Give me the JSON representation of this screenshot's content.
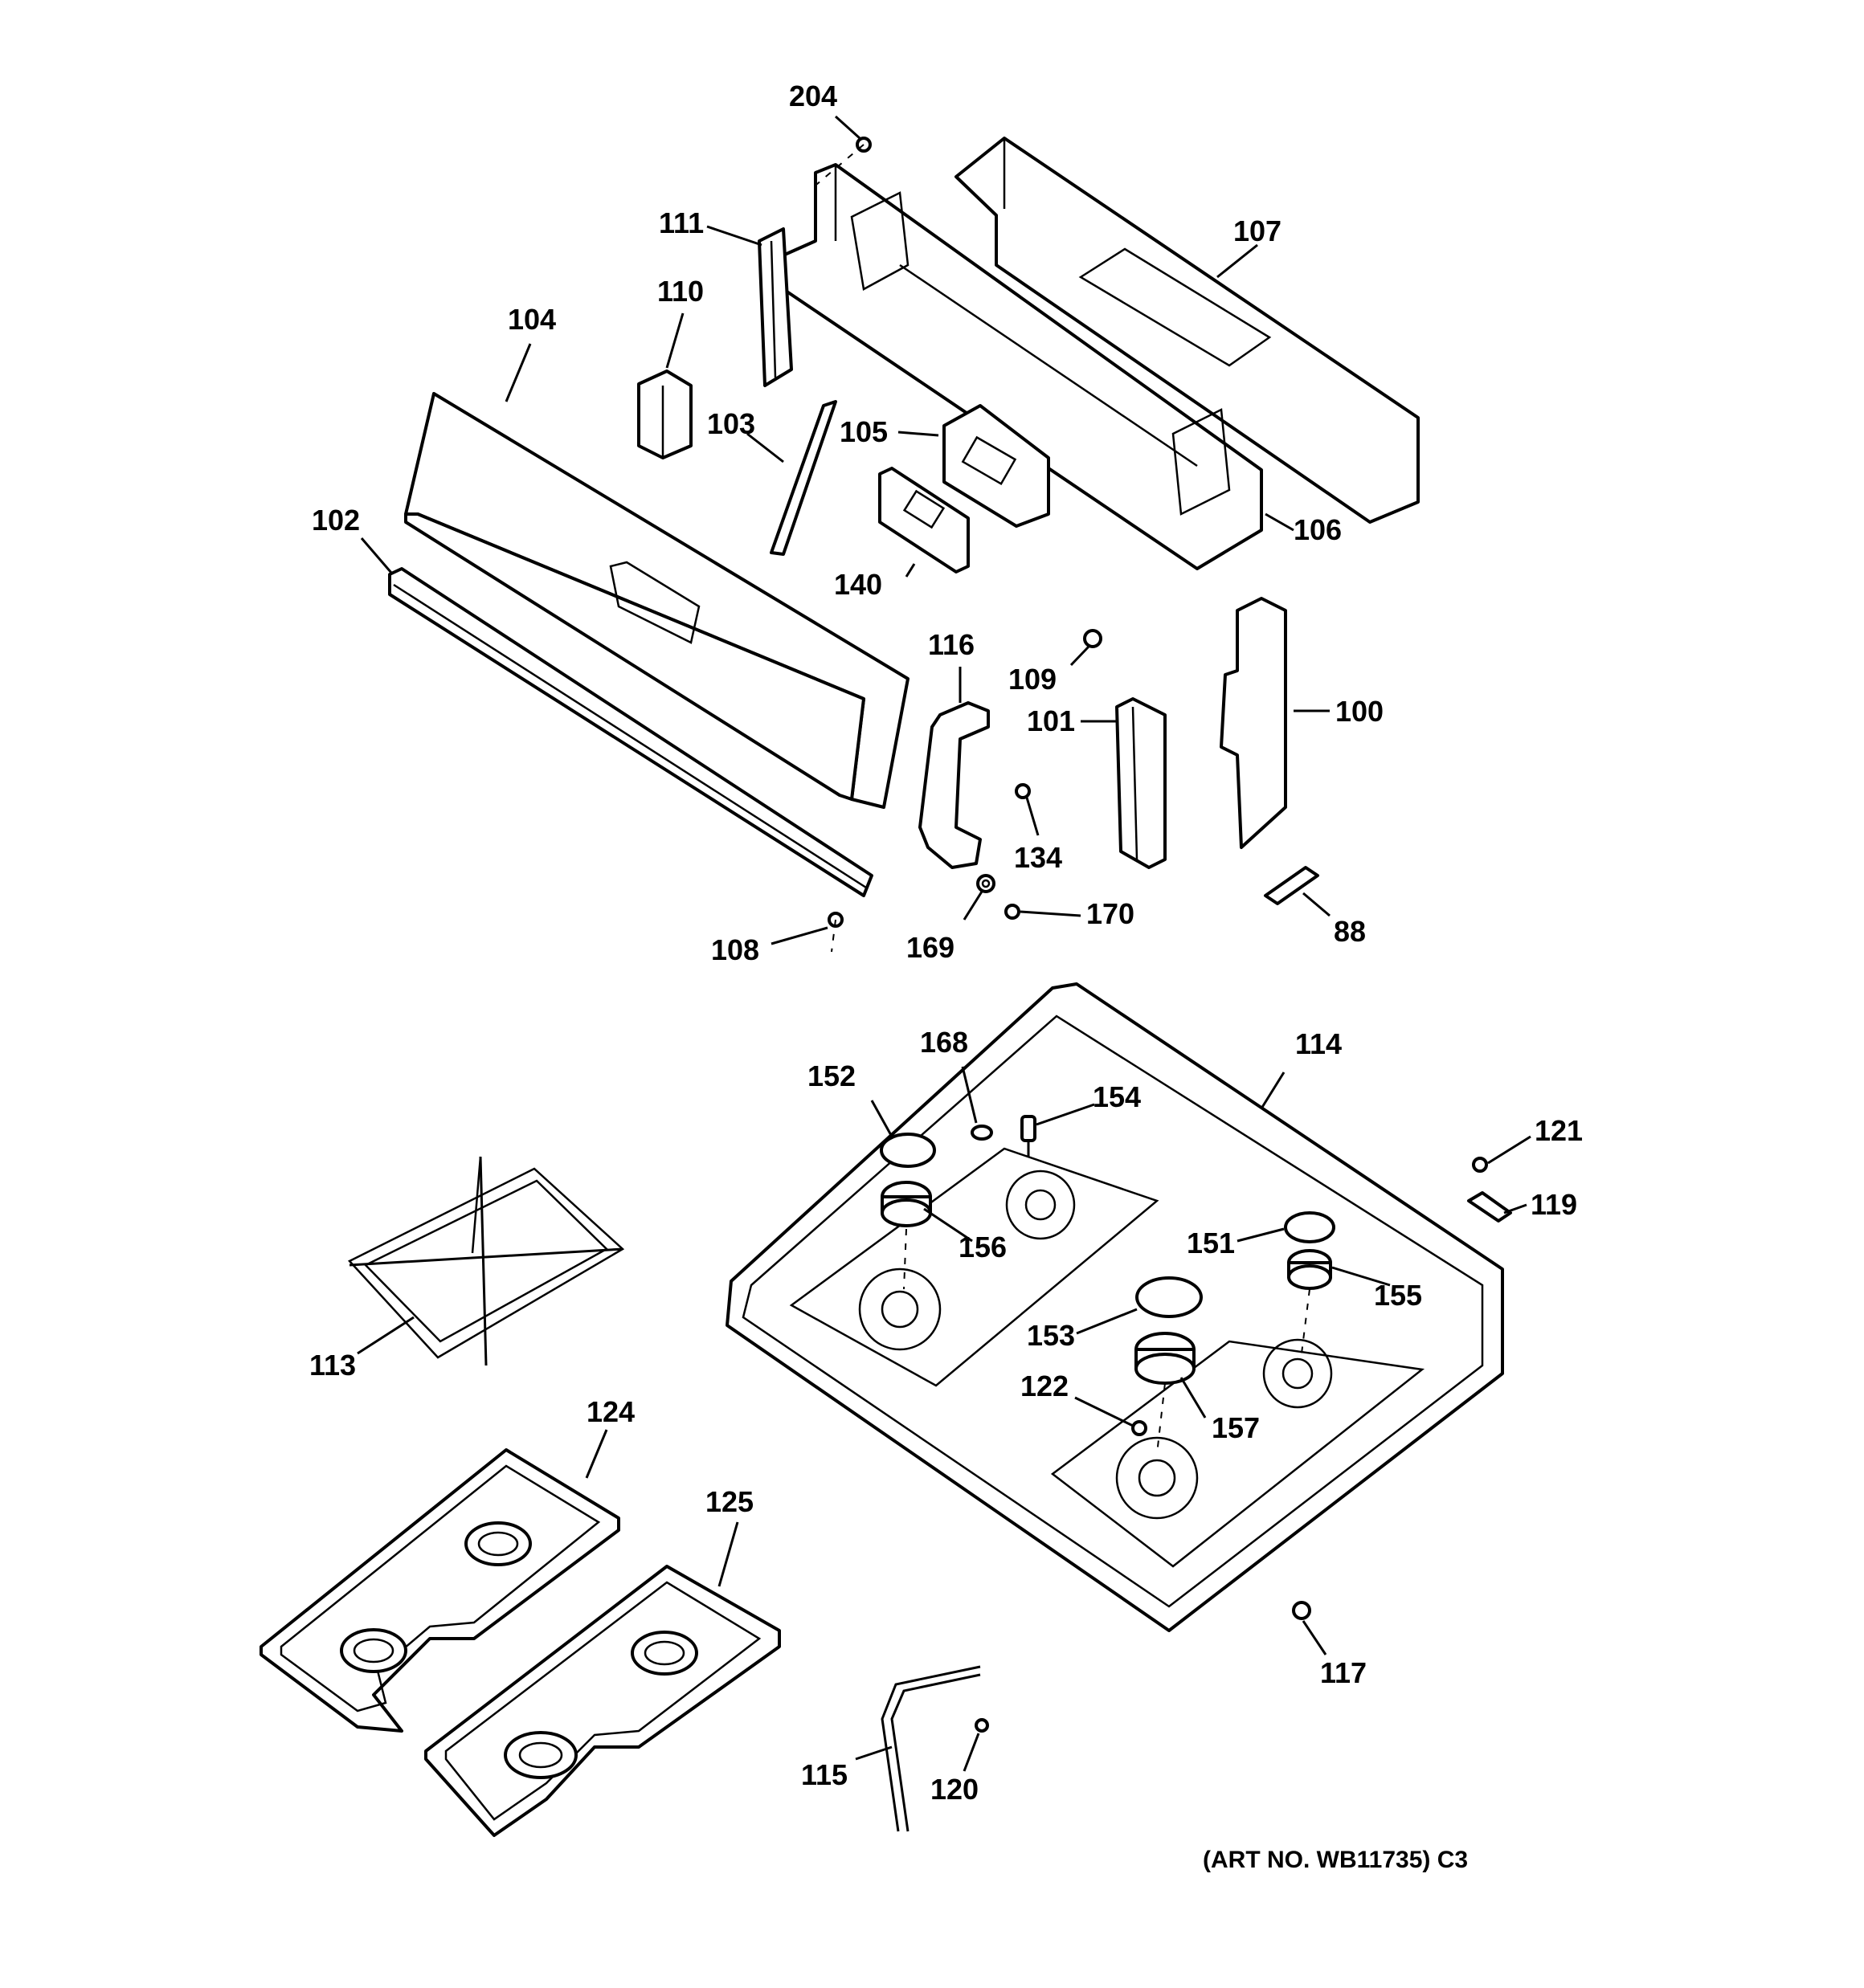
{
  "diagram": {
    "callouts": {
      "c204": "204",
      "c111": "111",
      "c107": "107",
      "c110": "110",
      "c104": "104",
      "c103": "103",
      "c105": "105",
      "c102": "102",
      "c106": "106",
      "c140": "140",
      "c116": "116",
      "c109": "109",
      "c101": "101",
      "c100": "100",
      "c134": "134",
      "c170": "170",
      "c169": "169",
      "c108": "108",
      "c88": "88",
      "c168": "168",
      "c114": "114",
      "c152": "152",
      "c154": "154",
      "c121": "121",
      "c119": "119",
      "c156": "156",
      "c151": "151",
      "c155": "155",
      "c113": "113",
      "c153": "153",
      "c122": "122",
      "c157": "157",
      "c124": "124",
      "c125": "125",
      "c117": "117",
      "c115": "115",
      "c120": "120"
    },
    "art_number": "(ART NO. WB11735) C3"
  }
}
